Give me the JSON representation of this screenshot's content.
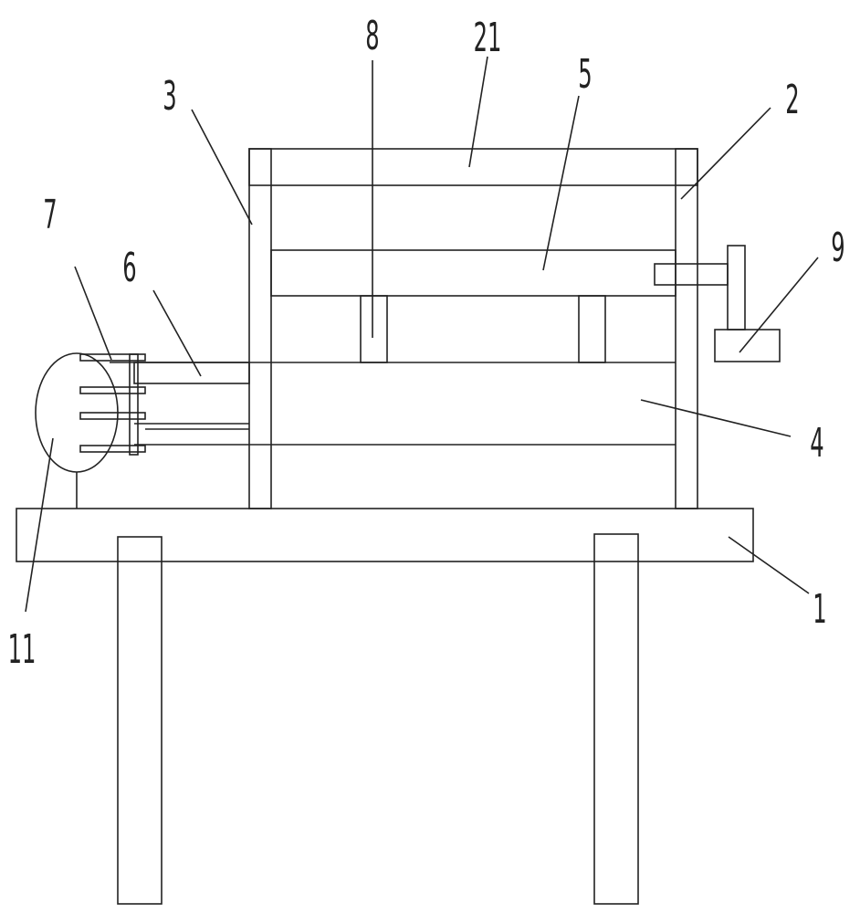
{
  "figure": {
    "line_color": "#222222",
    "background": "#ffffff"
  },
  "callouts": {
    "c1": "1",
    "c2": "2",
    "c3": "3",
    "c4": "4",
    "c5": "5",
    "c6": "6",
    "c7": "7",
    "c8": "8",
    "c9": "9",
    "c11": "11",
    "c21": "21"
  }
}
